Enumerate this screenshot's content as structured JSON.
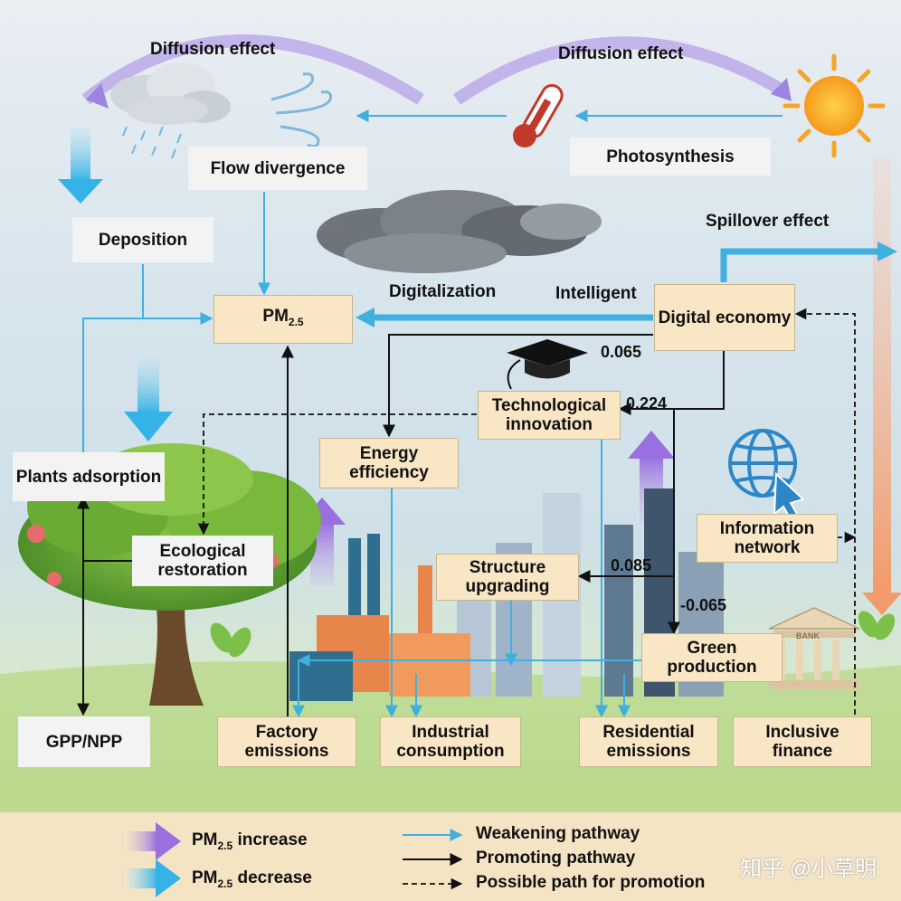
{
  "labels": {
    "diffusion_left": "Diffusion effect",
    "diffusion_right": "Diffusion effect",
    "flow_divergence": "Flow divergence",
    "photosynthesis": "Photosynthesis",
    "deposition": "Deposition",
    "spillover": "Spillover effect",
    "digitalization": "Digitalization",
    "intelligent": "Intelligent",
    "pm_main": "PM",
    "pm_sub": "2.5",
    "digital_economy": "Digital economy",
    "tech_innovation": "Technological innovation",
    "energy_efficiency": "Energy efficiency",
    "plants_adsorption": "Plants adsorption",
    "ecological_restoration": "Ecological restoration",
    "structure_upgrading": "Structure upgrading",
    "information_network": "Information network",
    "green_production": "Green production",
    "gpp_npp": "GPP/NPP",
    "factory_emissions": "Factory emissions",
    "industrial_consumption": "Industrial consumption",
    "residential_emissions": "Residential emissions",
    "inclusive_finance": "Inclusive finance",
    "bank": "BANK"
  },
  "coefficients": {
    "tech": "0.065",
    "green": "0.224",
    "structure": "0.085",
    "green_neg": "-0.065"
  },
  "legend": {
    "pm_increase_prefix": "PM",
    "pm_increase_sub": "2.5",
    "pm_increase_suffix": " increase",
    "pm_decrease_prefix": "PM",
    "pm_decrease_sub": "2.5",
    "pm_decrease_suffix": " decrease",
    "weakening": "Weakening pathway",
    "promoting": "Promoting pathway",
    "possible": "Possible path for promotion"
  },
  "watermark": "知乎 @小草明",
  "colors": {
    "weakening": "#3fb0e0",
    "promoting": "#111111",
    "increase": "#9a6fe0",
    "decrease": "#35b3e6",
    "box_fill": "#f8e6c4"
  }
}
